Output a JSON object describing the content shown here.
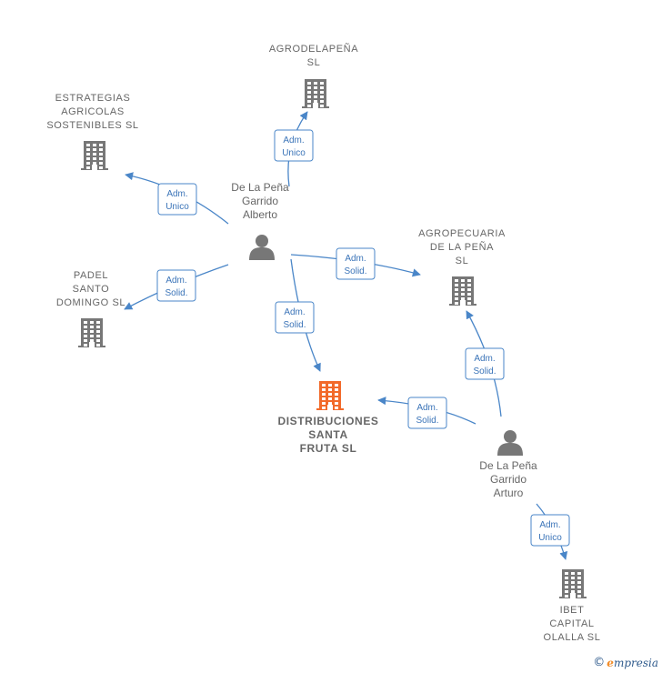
{
  "colors": {
    "edge": "#4a86c8",
    "company": "#777777",
    "focus_company": "#f26a2a",
    "person": "#777777"
  },
  "companies": [
    {
      "id": "agrodelapena",
      "lines": [
        "AGRODELAPEÑA",
        "SL"
      ],
      "focus": false
    },
    {
      "id": "estrategias",
      "lines": [
        "ESTRATEGIAS",
        "AGRICOLAS",
        "SOSTENIBLES SL"
      ],
      "focus": false
    },
    {
      "id": "padel",
      "lines": [
        "PADEL",
        "SANTO",
        "DOMINGO SL"
      ],
      "focus": false
    },
    {
      "id": "agropecuaria",
      "lines": [
        "AGROPECUARIA",
        "DE LA PEÑA",
        "SL"
      ],
      "focus": false
    },
    {
      "id": "distribuciones",
      "lines": [
        "DISTRIBUCIONES",
        "SANTA",
        "FRUTA  SL"
      ],
      "focus": true
    },
    {
      "id": "ibet",
      "lines": [
        "IBET",
        "CAPITAL",
        "OLALLA  SL"
      ],
      "focus": false
    }
  ],
  "persons": [
    {
      "id": "alberto",
      "lines": [
        "De La Peña",
        "Garrido",
        "Alberto"
      ]
    },
    {
      "id": "arturo",
      "lines": [
        "De La Peña",
        "Garrido",
        "Arturo"
      ]
    }
  ],
  "relations": [
    {
      "from": "alberto",
      "to": "agrodelapena",
      "lines": [
        "Adm.",
        "Unico"
      ]
    },
    {
      "from": "alberto",
      "to": "estrategias",
      "lines": [
        "Adm.",
        "Unico"
      ]
    },
    {
      "from": "alberto",
      "to": "padel",
      "lines": [
        "Adm.",
        "Solid."
      ]
    },
    {
      "from": "alberto",
      "to": "agropecuaria",
      "lines": [
        "Adm.",
        "Solid."
      ]
    },
    {
      "from": "alberto",
      "to": "distribuciones",
      "lines": [
        "Adm.",
        "Solid."
      ]
    },
    {
      "from": "arturo",
      "to": "agropecuaria",
      "lines": [
        "Adm.",
        "Solid."
      ]
    },
    {
      "from": "arturo",
      "to": "distribuciones",
      "lines": [
        "Adm.",
        "Solid."
      ]
    },
    {
      "from": "arturo",
      "to": "ibet",
      "lines": [
        "Adm.",
        "Unico"
      ]
    }
  ],
  "footer": {
    "copyright": "©",
    "brand_initial": "e",
    "brand_rest": "mpresia"
  }
}
